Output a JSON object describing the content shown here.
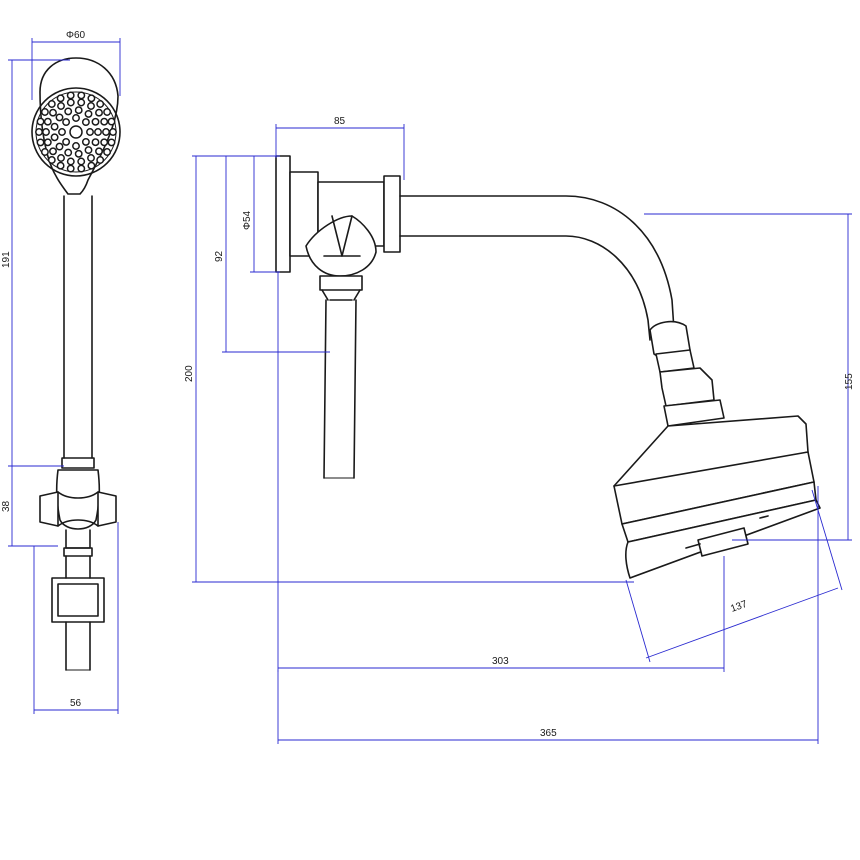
{
  "drawing": {
    "dimensions": {
      "handset_diameter": "Φ60",
      "handset_length": "191",
      "bracket_height": "38",
      "bracket_width": "56",
      "flange_depth": "85",
      "flange_diameter": "Φ54",
      "outlet_drop": "92",
      "total_drop": "200",
      "head_drop": "155",
      "head_diameter": "137",
      "arm_reach": "303",
      "total_reach": "365"
    },
    "colors": {
      "outline": "#1a1a1a",
      "dimension_line": "#2a2ad0"
    }
  }
}
